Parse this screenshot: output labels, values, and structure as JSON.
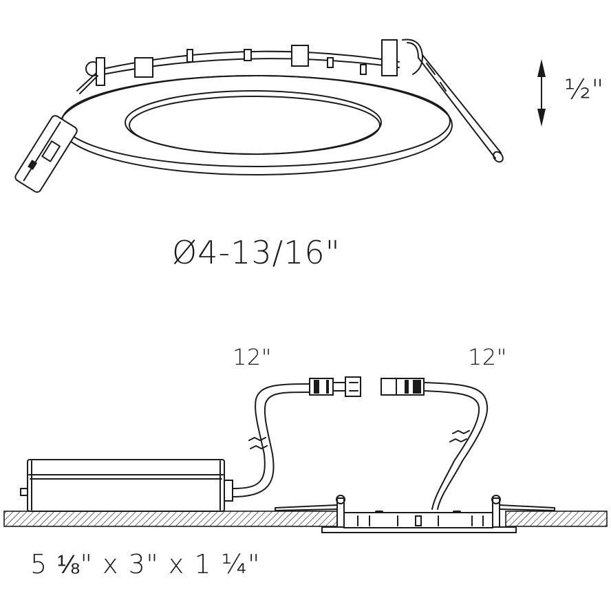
{
  "figure": {
    "title": "Slim recessed LED downlight dimensions",
    "colors": {
      "line": "#1a1a1a",
      "background": "#ffffff"
    }
  },
  "dimensions": {
    "fixture_height": "½\"",
    "fixture_diameter": "Ø4-13/16\"",
    "cable_left_length": "12\"",
    "cable_right_length": "12\"",
    "driver_box_size": "5 ⅛\" x 3\" x 1 ¼\""
  },
  "components": {
    "fixture_top_view": "recessed-fixture-perspective",
    "height_arrow": "double-arrow-vertical",
    "driver_box": "junction-driver-box",
    "connector_male": "cable-connector-male",
    "connector_female": "cable-connector-female",
    "ceiling_section": "hatched-ceiling-cross-section",
    "fixture_side_view": "recessed-fixture-installed"
  }
}
